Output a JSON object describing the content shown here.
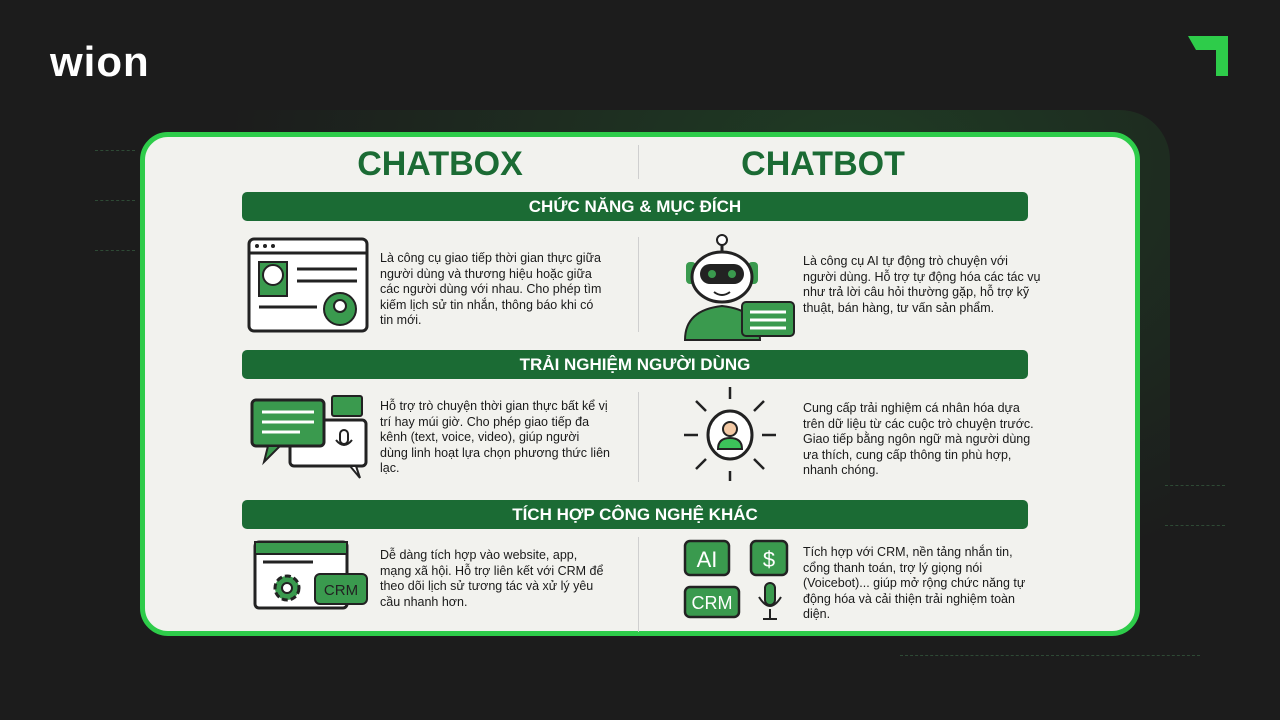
{
  "brand": {
    "logo": "wion",
    "accent": "#2ecc4a",
    "dark_green": "#1b6b34"
  },
  "columns": {
    "left": "CHATBOX",
    "right": "CHATBOT"
  },
  "sections": [
    {
      "title": "CHỨC NĂNG & MỤC ĐÍCH",
      "left": "Là công cụ giao tiếp thời gian thực giữa người dùng và thương hiệu hoặc giữa các người dùng với nhau. Cho phép tìm kiếm lịch sử tin nhắn, thông báo khi có tin mới.",
      "right": "Là công cụ AI tự động trò chuyện với người dùng. Hỗ trợ tự động hóa các tác vụ như trả lời câu hỏi thường gặp, hỗ trợ kỹ thuật, bán hàng, tư vấn sản phẩm."
    },
    {
      "title": "TRẢI NGHIỆM NGƯỜI DÙNG",
      "left": "Hỗ trợ trò chuyện thời gian thực bất kể vị trí hay múi giờ. Cho phép giao tiếp đa kênh (text, voice, video), giúp người dùng linh hoạt lựa chọn phương thức liên lạc.",
      "right": "Cung cấp trải nghiệm cá nhân hóa dựa trên dữ liệu từ các cuộc trò chuyện trước. Giao tiếp bằng ngôn ngữ mà người dùng ưa thích, cung cấp thông tin phù hợp, nhanh chóng."
    },
    {
      "title": "TÍCH HỢP CÔNG NGHỆ KHÁC",
      "left": "Dễ dàng tích hợp vào website, app, mạng xã hội. Hỗ trợ liên kết với CRM để theo dõi lịch sử tương tác và xử lý yêu cầu nhanh hơn.",
      "right": "Tích hợp với CRM, nền tảng nhắn tin, cổng thanh toán, trợ lý giọng nói (Voicebot)... giúp mở rộng chức năng tự động hóa và cải thiện trải nghiệm toàn diện."
    }
  ],
  "icon_labels": {
    "crm": "CRM",
    "ai": "AI",
    "dollar": "$"
  }
}
